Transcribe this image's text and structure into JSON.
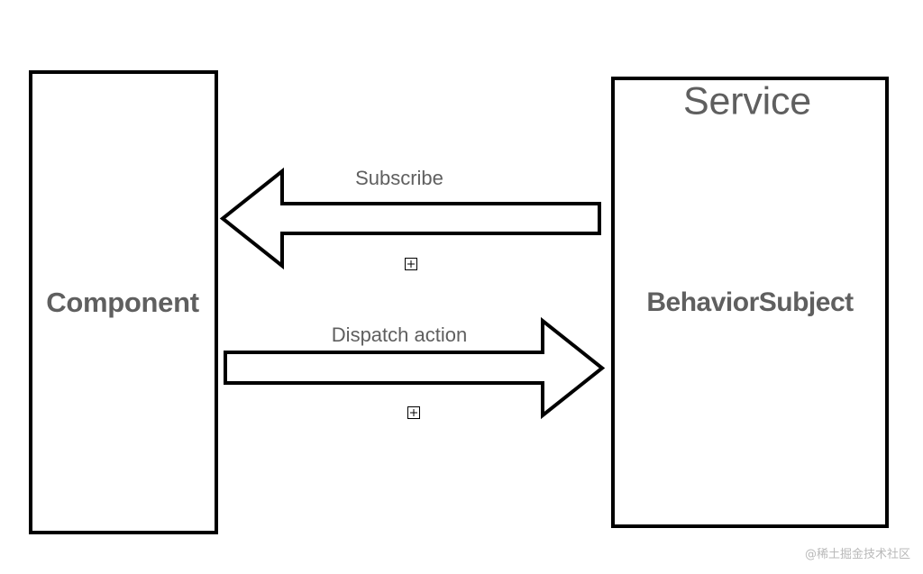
{
  "diagram": {
    "component": {
      "label": "Component"
    },
    "service": {
      "title": "Service",
      "subject_label": "BehaviorSubject"
    },
    "arrows": {
      "subscribe": {
        "label": "Subscribe",
        "direction": "service-to-component"
      },
      "dispatch": {
        "label": "Dispatch action",
        "direction": "component-to-service"
      }
    },
    "colors": {
      "stroke": "#000000",
      "text": "#5f5f5f",
      "background": "#ffffff",
      "watermark": "#b9b9b9"
    },
    "icons": [
      "squared-plus-icon",
      "squared-plus-icon"
    ]
  },
  "watermark": {
    "text": "@稀土掘金技术社区"
  }
}
